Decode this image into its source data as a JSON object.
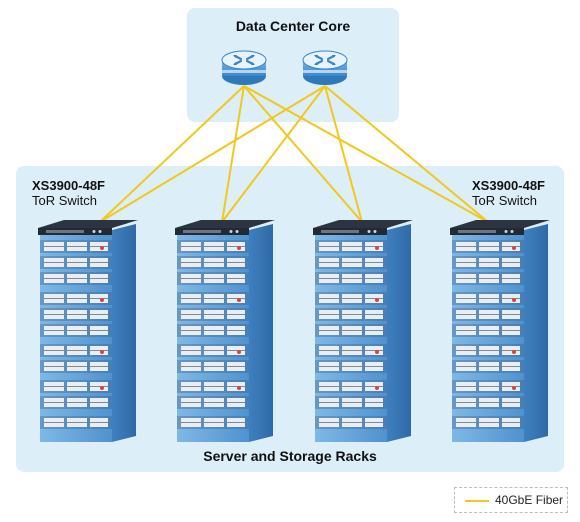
{
  "core": {
    "title": "Data Center Core"
  },
  "tor_switch": {
    "model": "XS3900-48F",
    "role": "ToR Switch"
  },
  "racks": {
    "title": "Server and Storage Racks",
    "count": 4
  },
  "legend": {
    "label": "40GbE Fiber",
    "color": "#f2c81b"
  },
  "colors": {
    "panel": "#dceef8",
    "fiber": "#f2c81b",
    "router_body": "#4a9ad8",
    "rack_body": "#5d9fd8",
    "switch_top": "#2b3440"
  },
  "icons": {
    "router": "router-icon",
    "rack": "server-rack-icon",
    "switch": "tor-switch-icon"
  }
}
